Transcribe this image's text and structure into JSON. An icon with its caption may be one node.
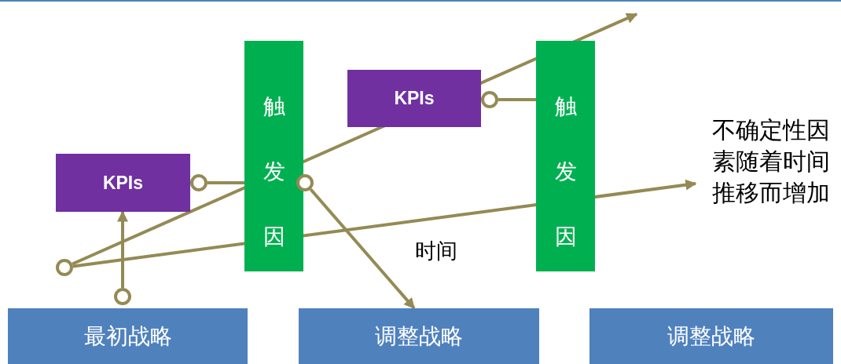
{
  "diagram": {
    "nodes": [
      {
        "text": [
          "KPIs"
        ]
      },
      {
        "text": [
          "触发因"
        ]
      },
      {
        "text": [
          "KPIs"
        ]
      },
      {
        "text": [
          "触发因"
        ]
      },
      {
        "text": [
          "最初战略"
        ]
      },
      {
        "text": [
          "调整战略"
        ]
      },
      {
        "text": [
          "调整战略"
        ]
      },
      {
        "text": [],
        "shape": "circle"
      },
      {
        "text": [],
        "shape": "circle"
      },
      {
        "text": [],
        "shape": "circle"
      },
      {
        "text": [],
        "shape": "circle"
      },
      {
        "text": [],
        "shape": "circle"
      }
    ],
    "edges": [
      {
        "from": 7,
        "to": null,
        "arrow": "to"
      },
      {
        "from": 7,
        "to": null,
        "arrow": "to"
      },
      {
        "from": 8,
        "to": 0,
        "arrow": "to"
      },
      {
        "from": 9,
        "to": 1,
        "arrow": "none"
      },
      {
        "from": 10,
        "to": 5,
        "arrow": "to"
      },
      {
        "from": 11,
        "to": 3,
        "arrow": "none"
      }
    ],
    "labels": [
      "时间",
      "不确定性因素随着时间推移而增加"
    ]
  }
}
